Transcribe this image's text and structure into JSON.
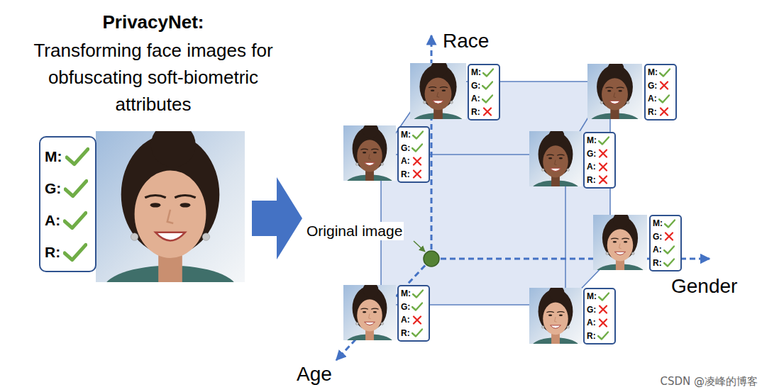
{
  "diagram": {
    "title": "PrivacyNet:",
    "nodes": [
      {
        "text": [
          "M:",
          "G:",
          "A:",
          "R:"
        ]
      },
      {
        "text": [
          "M:",
          "G:",
          "A:",
          "R:"
        ]
      },
      {
        "text": [
          "M:",
          "G:",
          "A:",
          "R:"
        ]
      },
      {
        "text": [
          "M:",
          "G:",
          "A:",
          "R:"
        ]
      },
      {
        "text": [
          "M:",
          "G:",
          "A:",
          "R:"
        ]
      },
      {
        "text": [
          "M:",
          "G:",
          "A:",
          "R:"
        ]
      },
      {
        "text": [
          "M:",
          "G:",
          "A:",
          "R:"
        ]
      },
      {
        "text": [
          "M:",
          "G:",
          "A:",
          "R:"
        ]
      }
    ],
    "labels": [
      "Transforming face images for obfuscating soft-biometric attributes",
      "Race",
      "Gender",
      "Age",
      "Original image",
      "CSDN @凌峰的博客"
    ]
  }
}
